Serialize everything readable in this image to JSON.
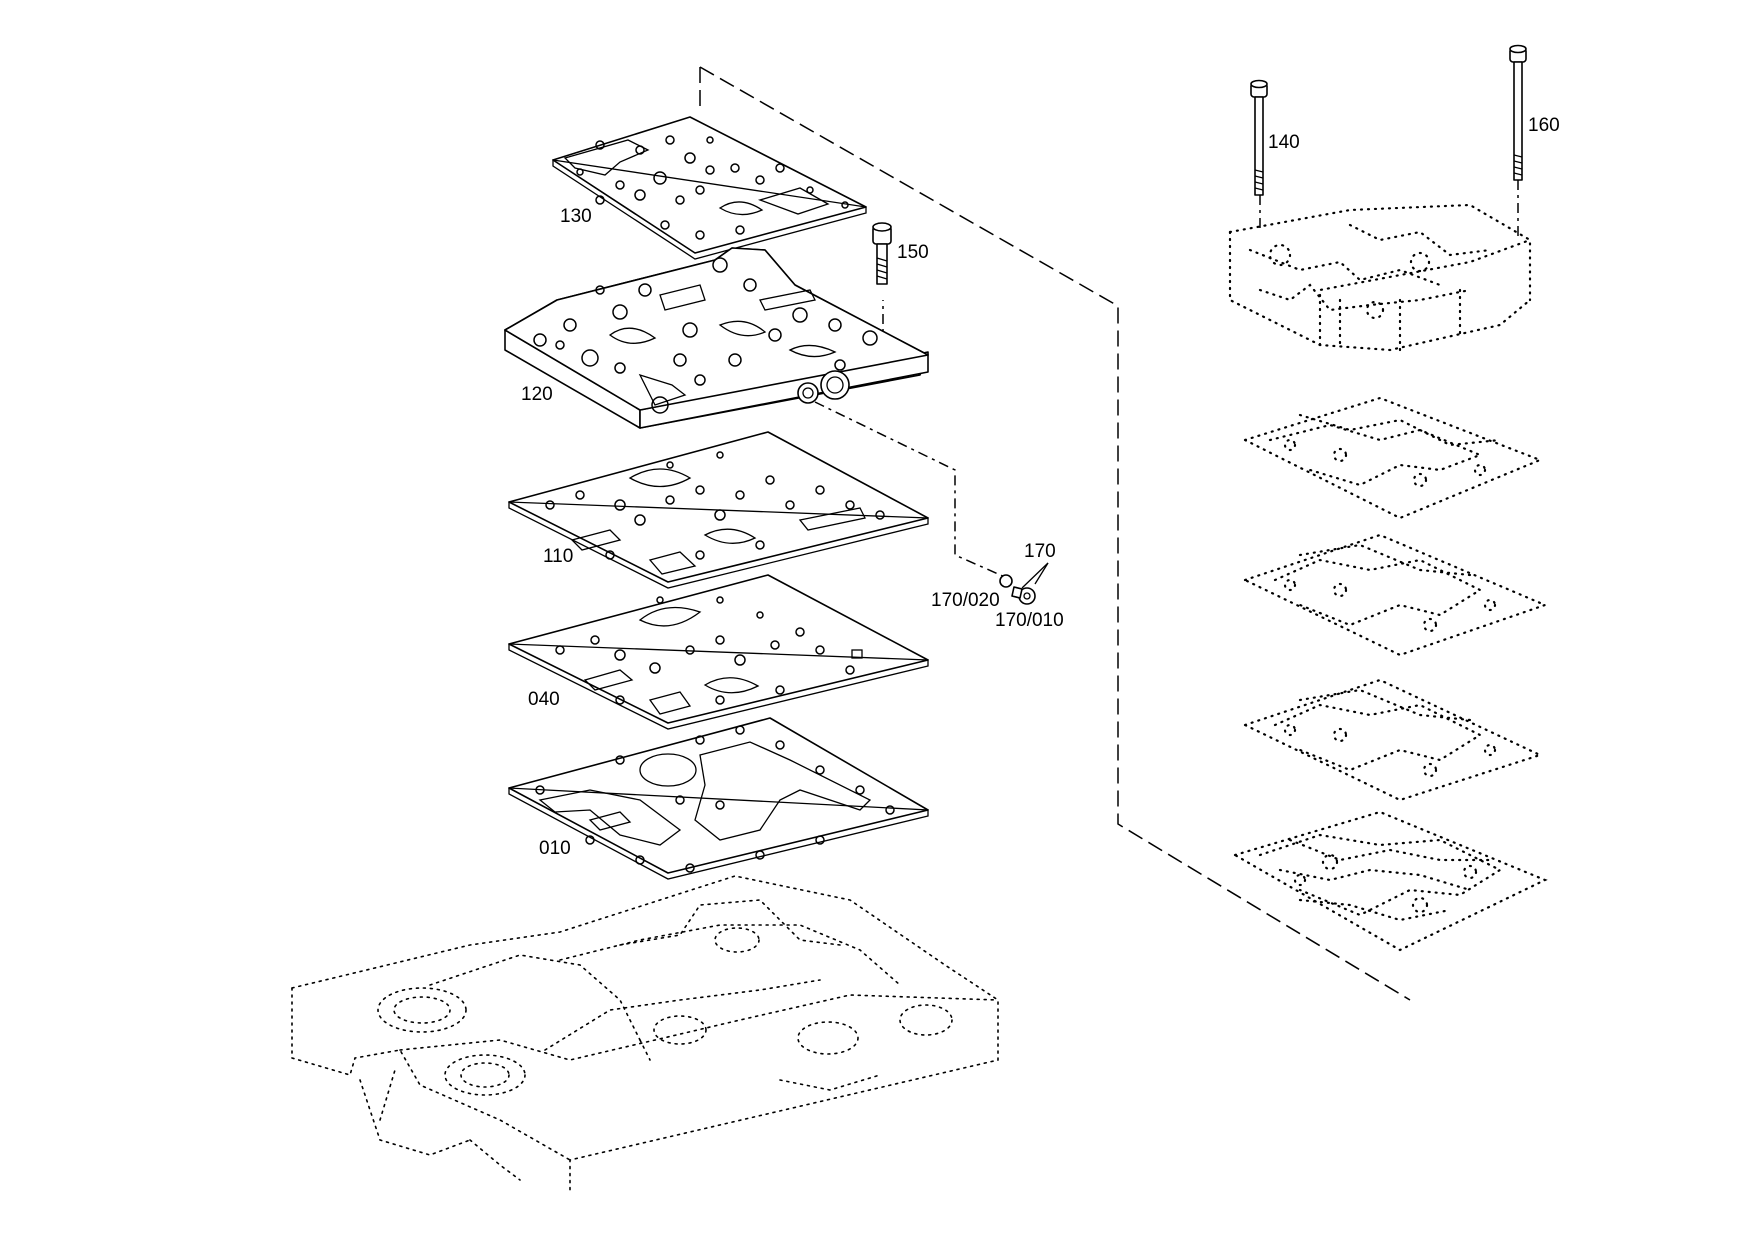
{
  "parts": [
    {
      "id": "p130",
      "label": "130"
    },
    {
      "id": "p150",
      "label": "150"
    },
    {
      "id": "p120",
      "label": "120"
    },
    {
      "id": "p110",
      "label": "110"
    },
    {
      "id": "p040",
      "label": "040"
    },
    {
      "id": "p010",
      "label": "010"
    },
    {
      "id": "p170",
      "label": "170"
    },
    {
      "id": "p170020",
      "label": "170/020"
    },
    {
      "id": "p170010",
      "label": "170/010"
    },
    {
      "id": "p140",
      "label": "140"
    },
    {
      "id": "p160",
      "label": "160"
    }
  ]
}
